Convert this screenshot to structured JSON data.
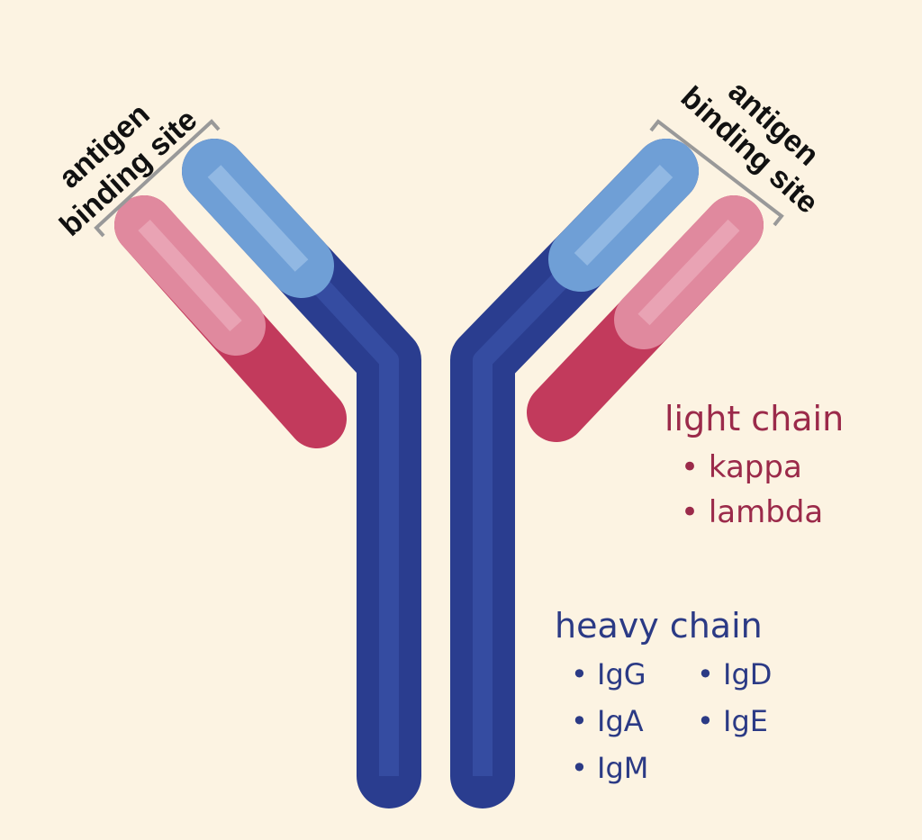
{
  "labels": {
    "left_site": [
      "antigen",
      "binding site"
    ],
    "right_site": [
      "antigen",
      "binding site"
    ],
    "light_chain": {
      "title": "light chain",
      "items": [
        "• kappa",
        "• lambda"
      ]
    },
    "heavy_chain": {
      "title": "heavy chain",
      "items": [
        "• IgG",
        "• IgD",
        "• IgA",
        "• IgE",
        "• IgM"
      ]
    }
  },
  "colors": {
    "background": "#fcf3e2",
    "heavy_dark": "#2a3d8f",
    "heavy_light": "#6f9fd6",
    "light_dark": "#c23a5c",
    "light_light": "#e0899e",
    "light_chain_text": "#9b2a4a",
    "heavy_chain_text": "#2b3a85",
    "bracket": "#999999"
  }
}
